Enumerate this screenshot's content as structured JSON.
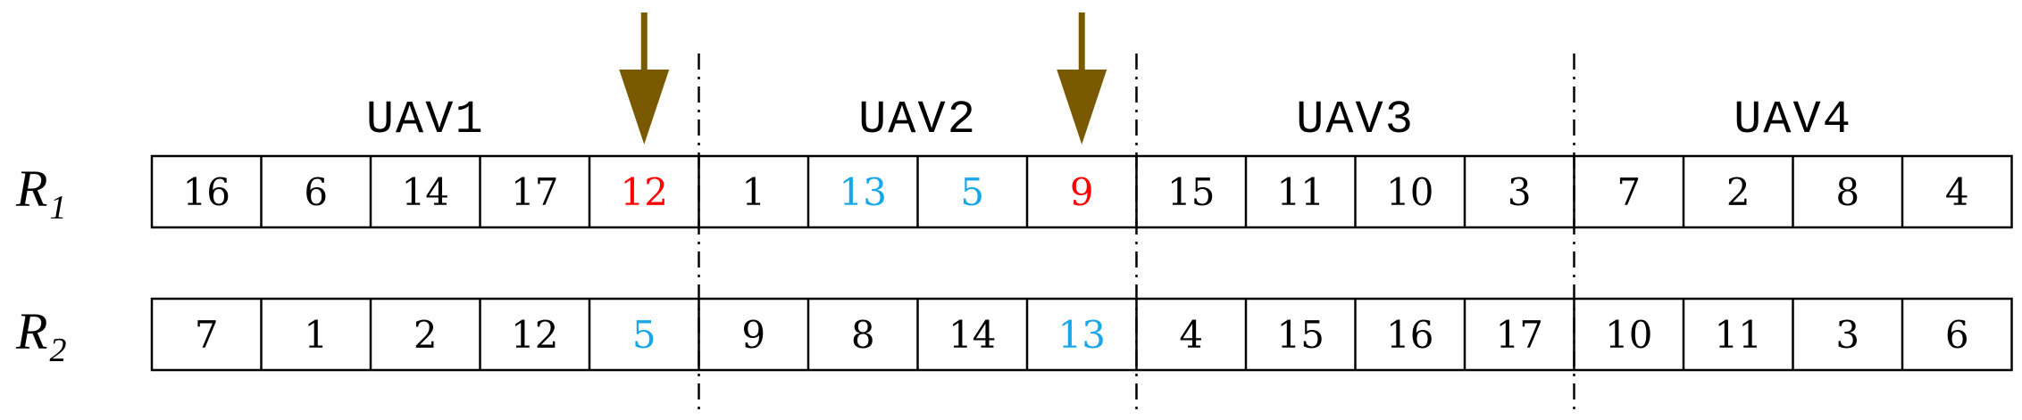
{
  "colors": {
    "default": "#000000",
    "red": "#ff0000",
    "blue": "#1aa7e8",
    "arrow": "#7a5a00"
  },
  "groups": [
    "UAV1",
    "UAV2",
    "UAV3",
    "UAV4"
  ],
  "rows": [
    {
      "label": "R",
      "subscript": "1",
      "cells": [
        {
          "value": "16",
          "color": "default"
        },
        {
          "value": "6",
          "color": "default"
        },
        {
          "value": "14",
          "color": "default"
        },
        {
          "value": "17",
          "color": "default"
        },
        {
          "value": "12",
          "color": "red"
        },
        {
          "value": "1",
          "color": "default"
        },
        {
          "value": "13",
          "color": "blue"
        },
        {
          "value": "5",
          "color": "blue"
        },
        {
          "value": "9",
          "color": "red"
        },
        {
          "value": "15",
          "color": "default"
        },
        {
          "value": "11",
          "color": "default"
        },
        {
          "value": "10",
          "color": "default"
        },
        {
          "value": "3",
          "color": "default"
        },
        {
          "value": "7",
          "color": "default"
        },
        {
          "value": "2",
          "color": "default"
        },
        {
          "value": "8",
          "color": "default"
        },
        {
          "value": "4",
          "color": "default"
        }
      ]
    },
    {
      "label": "R",
      "subscript": "2",
      "cells": [
        {
          "value": "7",
          "color": "default"
        },
        {
          "value": "1",
          "color": "default"
        },
        {
          "value": "2",
          "color": "default"
        },
        {
          "value": "12",
          "color": "default"
        },
        {
          "value": "5",
          "color": "blue"
        },
        {
          "value": "9",
          "color": "default"
        },
        {
          "value": "8",
          "color": "default"
        },
        {
          "value": "14",
          "color": "default"
        },
        {
          "value": "13",
          "color": "blue"
        },
        {
          "value": "4",
          "color": "default"
        },
        {
          "value": "15",
          "color": "default"
        },
        {
          "value": "16",
          "color": "default"
        },
        {
          "value": "17",
          "color": "default"
        },
        {
          "value": "10",
          "color": "default"
        },
        {
          "value": "11",
          "color": "default"
        },
        {
          "value": "3",
          "color": "default"
        },
        {
          "value": "6",
          "color": "default"
        }
      ]
    }
  ],
  "arrows": [
    {
      "cell_index": 4
    },
    {
      "cell_index": 8
    }
  ]
}
